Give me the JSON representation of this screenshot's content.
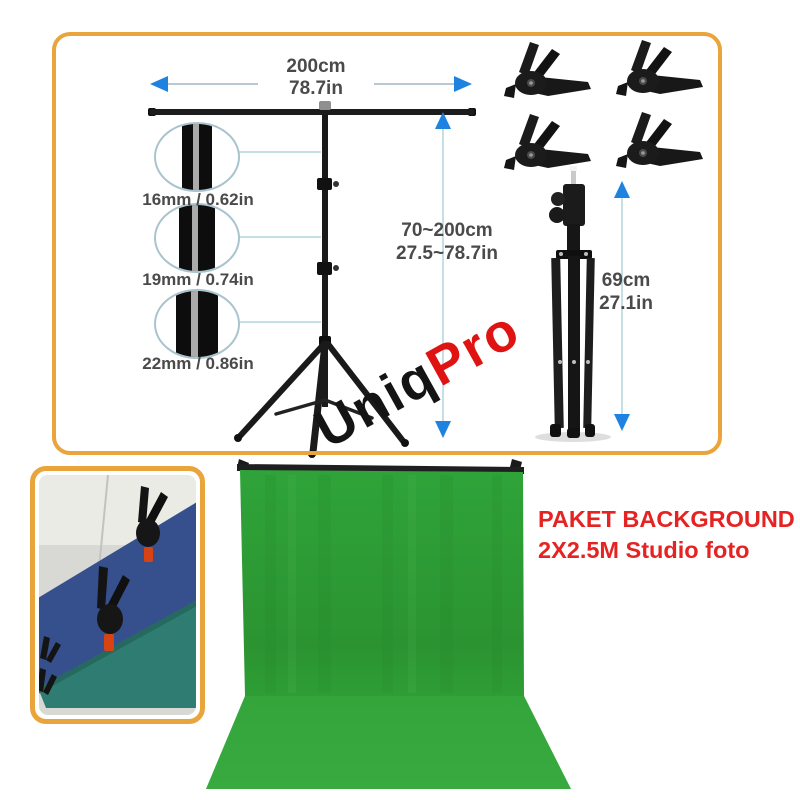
{
  "diagram": {
    "width": {
      "cm": "200cm",
      "inch": "78.7in"
    },
    "height": {
      "cm": "70~200cm",
      "inch": "27.5~78.7in"
    },
    "folded": {
      "cm": "69cm",
      "inch": "27.1in"
    },
    "tubes": [
      "16mm / 0.62in",
      "19mm / 0.74in",
      "22mm / 0.86in"
    ],
    "watermark": {
      "black": "Uniq",
      "red": "Pro"
    }
  },
  "caption": {
    "line1": "PAKET BACKGROUND",
    "line2": "2X2.5M Studio foto"
  },
  "colors": {
    "accent_border": "#E9A43C",
    "arrow_blue": "#1E82E0",
    "chroma_green": "#2FA136",
    "caption_red": "#E52323"
  }
}
